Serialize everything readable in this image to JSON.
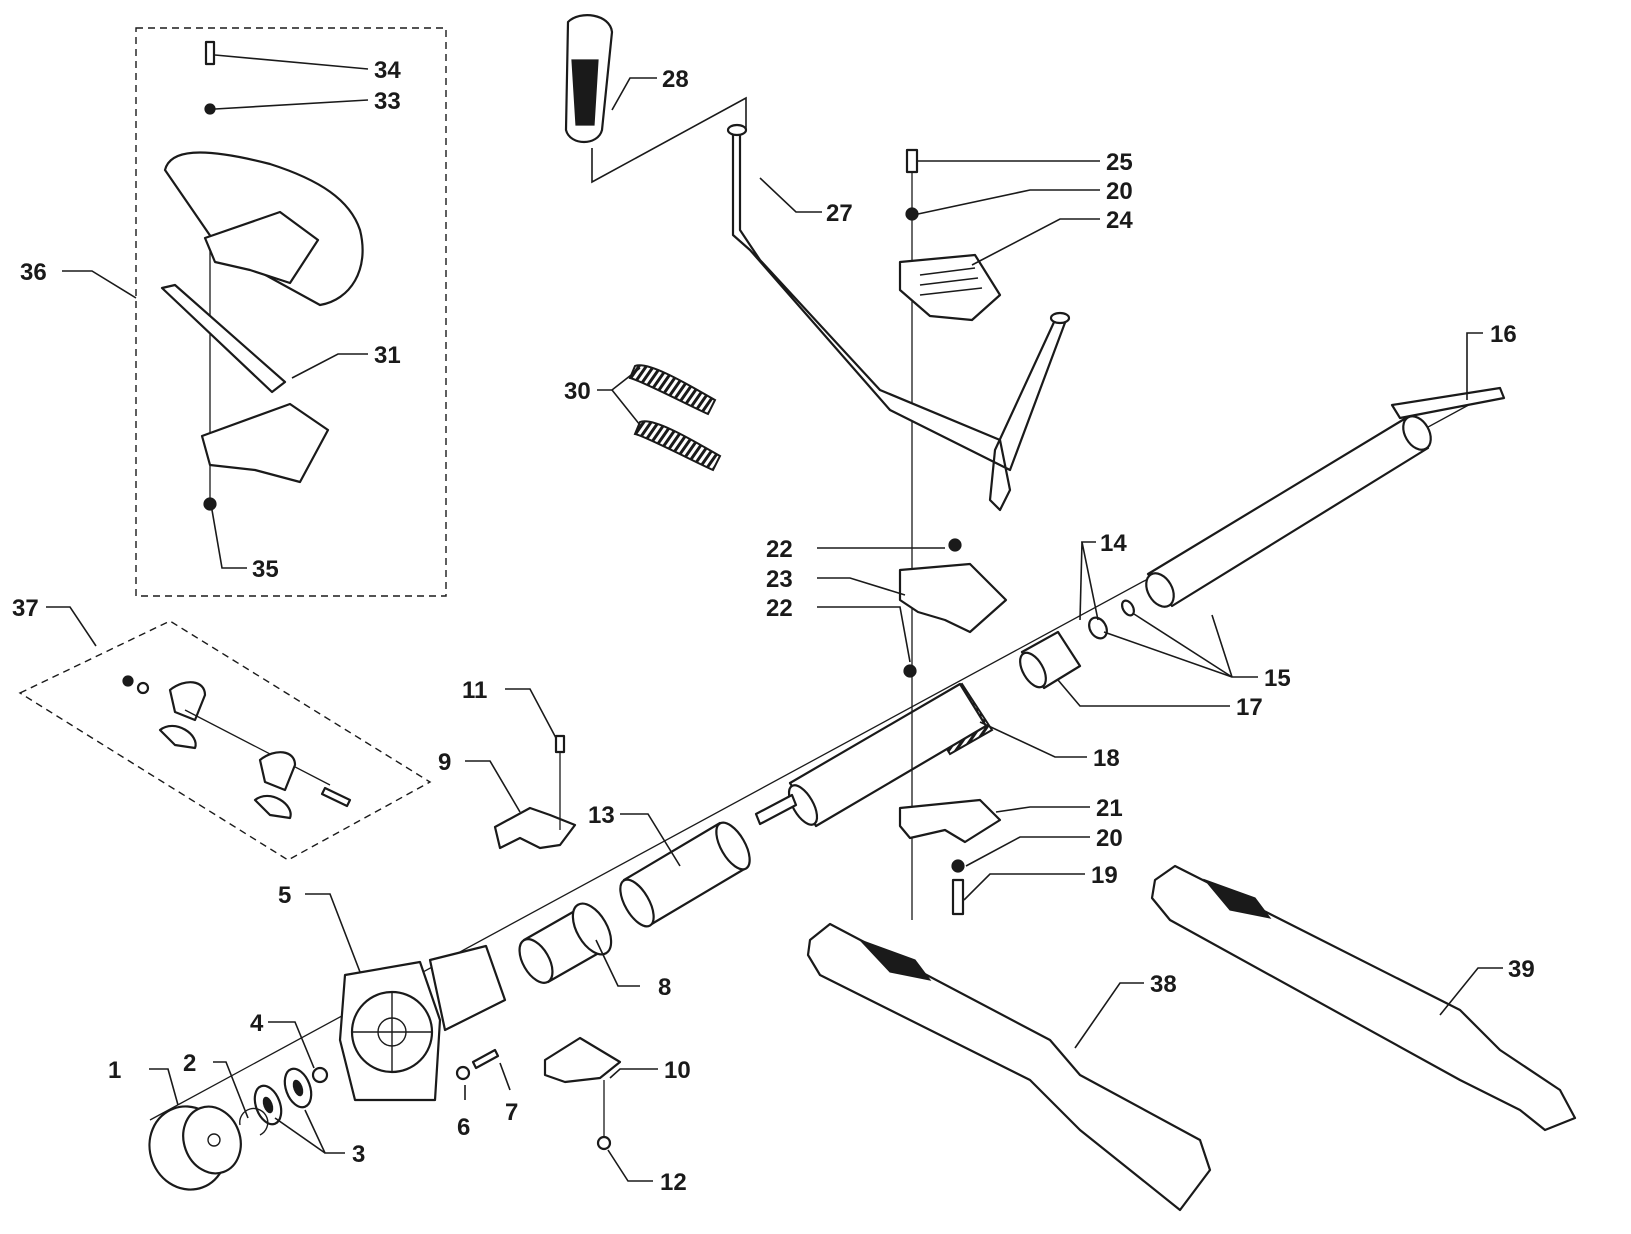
{
  "callouts": [
    {
      "id": "c1",
      "label": "1"
    },
    {
      "id": "c2",
      "label": "2"
    },
    {
      "id": "c3",
      "label": "3"
    },
    {
      "id": "c4",
      "label": "4"
    },
    {
      "id": "c5",
      "label": "5"
    },
    {
      "id": "c6",
      "label": "6"
    },
    {
      "id": "c7",
      "label": "7"
    },
    {
      "id": "c8",
      "label": "8"
    },
    {
      "id": "c9",
      "label": "9"
    },
    {
      "id": "c10",
      "label": "10"
    },
    {
      "id": "c11",
      "label": "11"
    },
    {
      "id": "c12",
      "label": "12"
    },
    {
      "id": "c13",
      "label": "13"
    },
    {
      "id": "c14",
      "label": "14"
    },
    {
      "id": "c15",
      "label": "15"
    },
    {
      "id": "c16",
      "label": "16"
    },
    {
      "id": "c17",
      "label": "17"
    },
    {
      "id": "c18",
      "label": "18"
    },
    {
      "id": "c19",
      "label": "19"
    },
    {
      "id": "c20a",
      "label": "20"
    },
    {
      "id": "c20b",
      "label": "20"
    },
    {
      "id": "c21",
      "label": "21"
    },
    {
      "id": "c22a",
      "label": "22"
    },
    {
      "id": "c22b",
      "label": "22"
    },
    {
      "id": "c23",
      "label": "23"
    },
    {
      "id": "c24",
      "label": "24"
    },
    {
      "id": "c25",
      "label": "25"
    },
    {
      "id": "c27",
      "label": "27"
    },
    {
      "id": "c28",
      "label": "28"
    },
    {
      "id": "c30",
      "label": "30"
    },
    {
      "id": "c31",
      "label": "31"
    },
    {
      "id": "c33",
      "label": "33"
    },
    {
      "id": "c34",
      "label": "34"
    },
    {
      "id": "c35",
      "label": "35"
    },
    {
      "id": "c36",
      "label": "36"
    },
    {
      "id": "c37",
      "label": "37"
    },
    {
      "id": "c38",
      "label": "38"
    },
    {
      "id": "c39",
      "label": "39"
    }
  ]
}
